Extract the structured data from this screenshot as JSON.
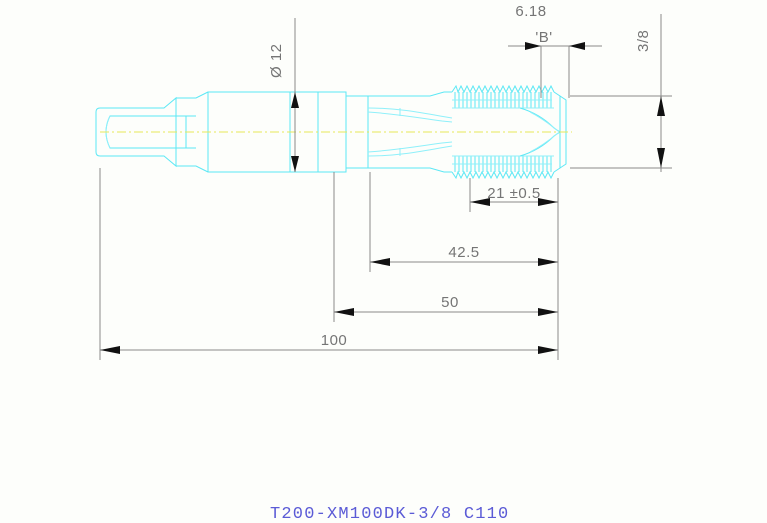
{
  "drawing": {
    "type": "mechanical-part-technical-drawing",
    "part_description": "tap / threaded tool with square drive shank",
    "title": "T200-XM100DK-3/8   C110",
    "title_color": "#5b5bd6",
    "part_color": "#5ce8f5",
    "centerline_color": "#e8e85a",
    "dimension_color": "#757575",
    "background": "#fdfefb"
  },
  "dimensions": {
    "diameter": "Ø 12",
    "thread_major": "3/8",
    "b_label": "'B'",
    "b_value": "6.18",
    "thread_length": "21  ±0.5",
    "len_42_5": "42.5",
    "len_50": "50",
    "len_100": "100"
  },
  "title_block": {
    "part_number": "T200-XM100DK-3/8",
    "material_code": "C110",
    "full": "T200-XM100DK-3/8   C110"
  }
}
